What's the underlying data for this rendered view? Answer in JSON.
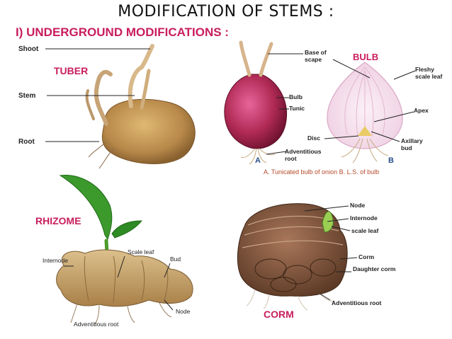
{
  "title": "MODIFICATION OF STEMS :",
  "subtitle": "I) UNDERGROUND MODIFICATIONS :",
  "tuber": {
    "caption": "TUBER",
    "labels": {
      "shoot": "Shoot",
      "stem": "Stem",
      "root": "Root"
    }
  },
  "bulb": {
    "caption": "BULB",
    "labels": {
      "base_of_scape": "Base of scape",
      "bulb": "Bulb",
      "tunic": "Tunic",
      "disc": "Disc",
      "adventitious_root": "Adventitious root",
      "fleshy_scale_leaf": "Fleshy scale leaf",
      "apex": "Apex",
      "axillary_bud": "Axillary bud",
      "fig_a": "A",
      "fig_b": "B"
    },
    "figure_caption": "A. Tunicated bulb of onion  B. L.S. of bulb"
  },
  "rhizome": {
    "caption": "RHIZOME",
    "labels": {
      "internode": "Internode",
      "scale_leaf": "Scale leaf",
      "bud": "Bud",
      "node": "Node",
      "adventitious_root": "Adventitious root"
    }
  },
  "corm": {
    "caption": "CORM",
    "labels": {
      "node": "Node",
      "internode": "Internode",
      "scale_leaf": "scale leaf",
      "corm": "Corm",
      "daughter_corm": "Daughter corm",
      "adventitious_root": "Adventitious root"
    }
  },
  "colors": {
    "caption_magenta": "#c81d5c",
    "potato": "#b8894a",
    "onion": "#9c1f45",
    "corm": "#7a5238",
    "rhizome": "#c4a06a",
    "leaf": "#3c9a2c"
  }
}
